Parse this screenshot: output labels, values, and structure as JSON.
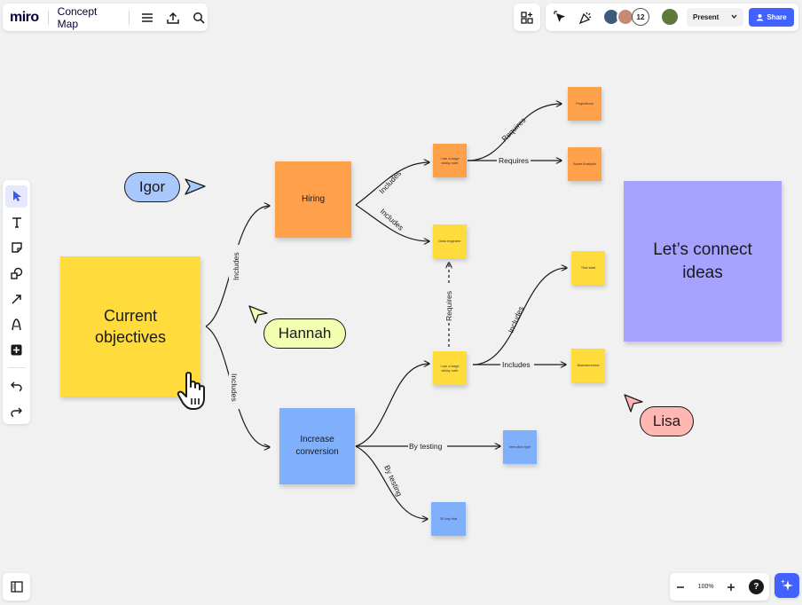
{
  "header": {
    "logo": "miro",
    "board_title": "Concept Map",
    "participants_count": "12",
    "present_label": "Present",
    "share_label": "Share"
  },
  "zoom": {
    "level": "100%",
    "help": "?"
  },
  "stickies": {
    "current_objectives": "Current objectives",
    "hiring": "Hiring",
    "increase_conversion": "Increase conversion",
    "lets_connect": "Let’s connect ideas",
    "sticky_top": "I am a large sticky note",
    "projections": "Projections",
    "asset_analysis": "Asset Analysis",
    "data_engineer": "Data engineer",
    "sticky_bottom": "I am a large sticky note",
    "trial_start": "Trial start",
    "abandonment": "Abandonment",
    "new_plan_type": "new plan type",
    "thirty_day_trial": "30 day trial"
  },
  "connectors": {
    "includes_upper": "Includes",
    "includes_lower": "Includes",
    "hiring_includes_1": "Includes",
    "hiring_includes_2": "Includes",
    "requires_1": "Requires",
    "requires_2": "Requires",
    "requires_dashed": "Requires",
    "includes_trial": "Includes",
    "includes_abandon": "Includes",
    "by_testing_1": "By testing",
    "by_testing_2": "By testing"
  },
  "cursors": {
    "igor": "Igor",
    "hannah": "Hannah",
    "lisa": "Lisa"
  },
  "colors": {
    "accent": "#4262ff",
    "sticky_orange": "#ffa04a",
    "sticky_yellow": "#ffdb3c",
    "sticky_blue": "#80b0fb",
    "sticky_purple": "#a8a2ff",
    "igor_tag": "#a9c8fb",
    "hannah_tag": "#f1ffb0",
    "lisa_tag": "#ffb7b4"
  }
}
